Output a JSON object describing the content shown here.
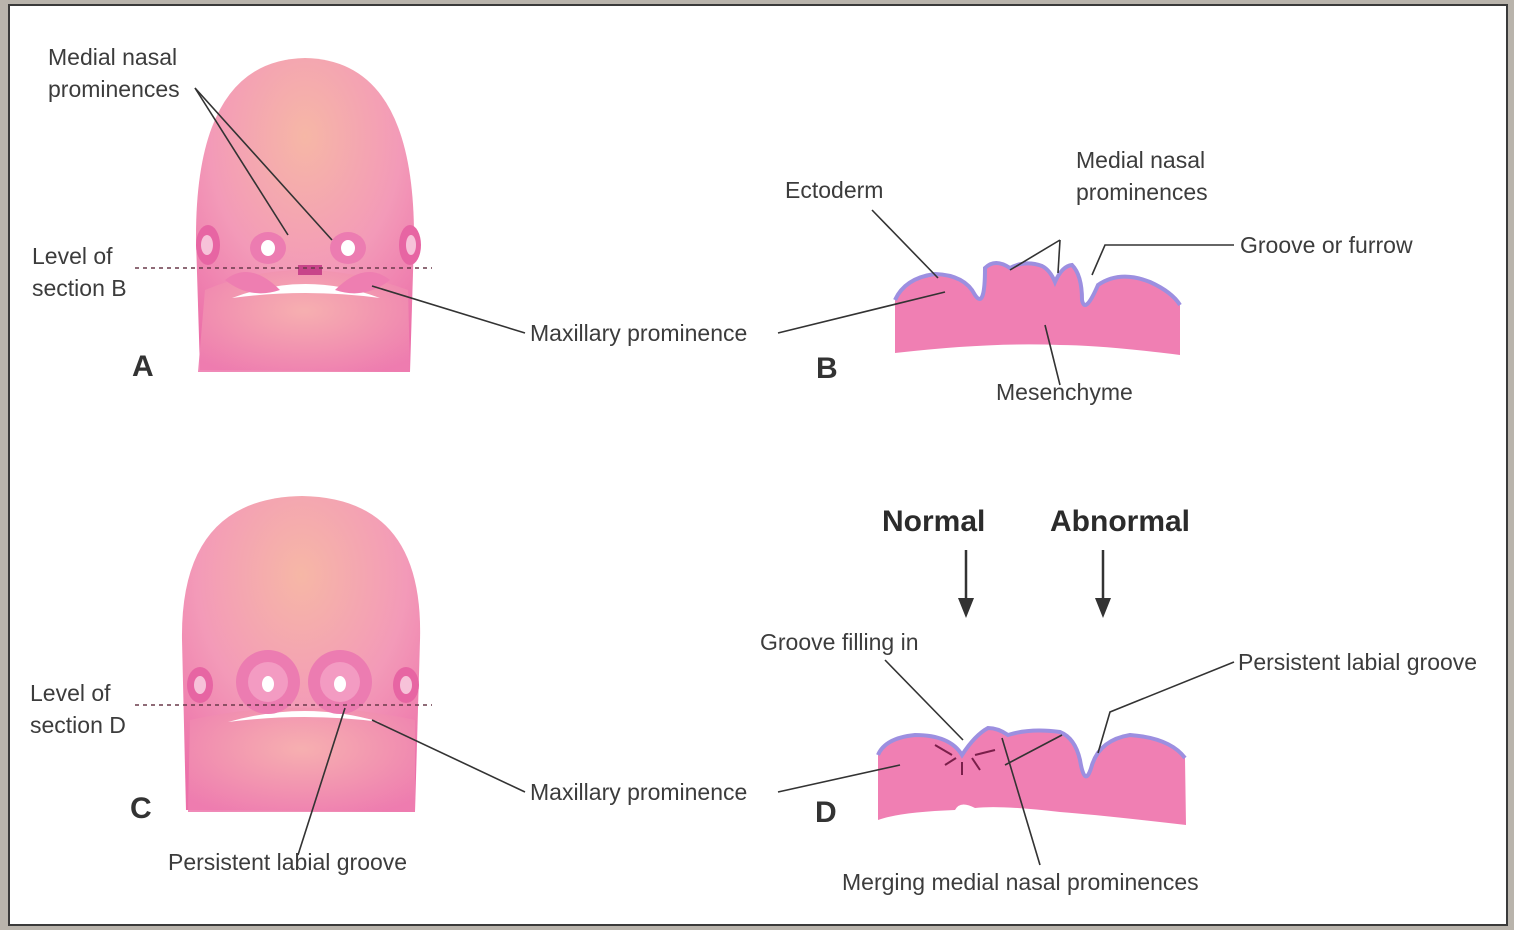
{
  "panels": {
    "a": {
      "letter": "A",
      "label_medial": "Medial nasal\nprominences",
      "label_level": "Level of\nsection B",
      "label_maxillary": "Maxillary prominence"
    },
    "b": {
      "letter": "B",
      "label_ectoderm": "Ectoderm",
      "label_medial": "Medial nasal\nprominences",
      "label_groove": "Groove or furrow",
      "label_mesenchyme": "Mesenchyme"
    },
    "c": {
      "letter": "C",
      "label_level": "Level of\nsection D",
      "label_persistent": "Persistent labial groove",
      "label_maxillary": "Maxillary prominence"
    },
    "d": {
      "letter": "D",
      "label_normal": "Normal",
      "label_abnormal": "Abnormal",
      "label_filling": "Groove filling in",
      "label_persistent": "Persistent labial groove",
      "label_merging": "Merging medial nasal prominences"
    }
  },
  "colors": {
    "tissue": "#f07fb3",
    "tissue_light": "#f7a9c9",
    "head_top": "#f5b0a8",
    "ectoderm": "#9c8fe0",
    "line": "#333333"
  }
}
